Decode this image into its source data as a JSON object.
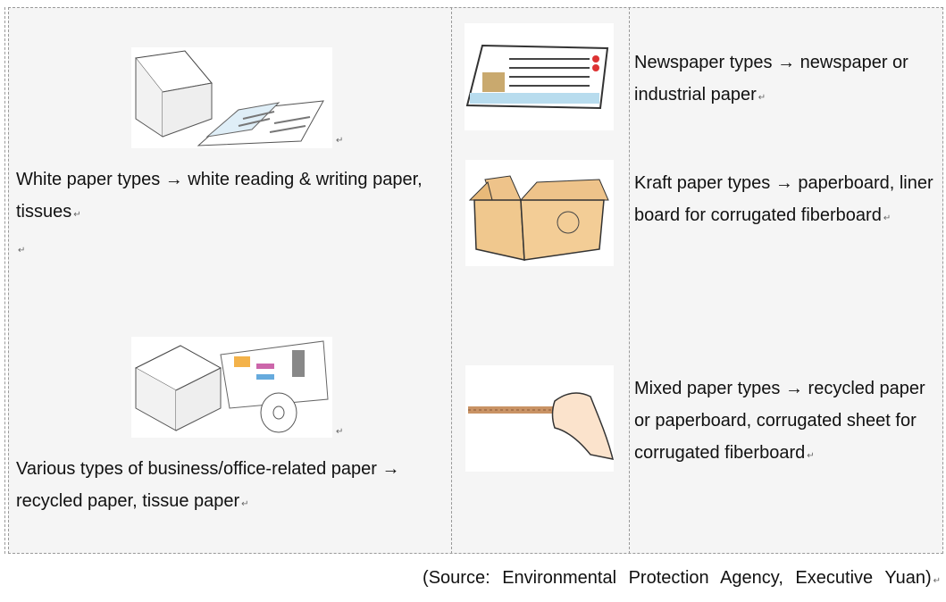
{
  "cells": {
    "white": {
      "text": "White paper types → white reading & writing paper, tissues",
      "image": "paper-stack-and-magazine"
    },
    "office": {
      "text": "Various types of business/office-related paper → recycled paper, tissue paper",
      "image": "paper-stack-magazine-tissue-roll"
    },
    "newspaper": {
      "text": "Newspaper types → newspaper or industrial paper",
      "image": "newspaper"
    },
    "kraft": {
      "text": "Kraft paper types → paperboard, liner board for corrugated fiberboard",
      "image": "cardboard-box"
    },
    "mixed": {
      "text": "Mixed paper types → recycled paper or paperboard, corrugated sheet for corrugated fiberboard",
      "image": "hand-holding-corrugated-sheet"
    }
  },
  "source": "(Source: Environmental Protection Agency, Executive Yuan)",
  "colors": {
    "cell_bg": "#f5f5f5",
    "kraft": "#f0c88e"
  }
}
